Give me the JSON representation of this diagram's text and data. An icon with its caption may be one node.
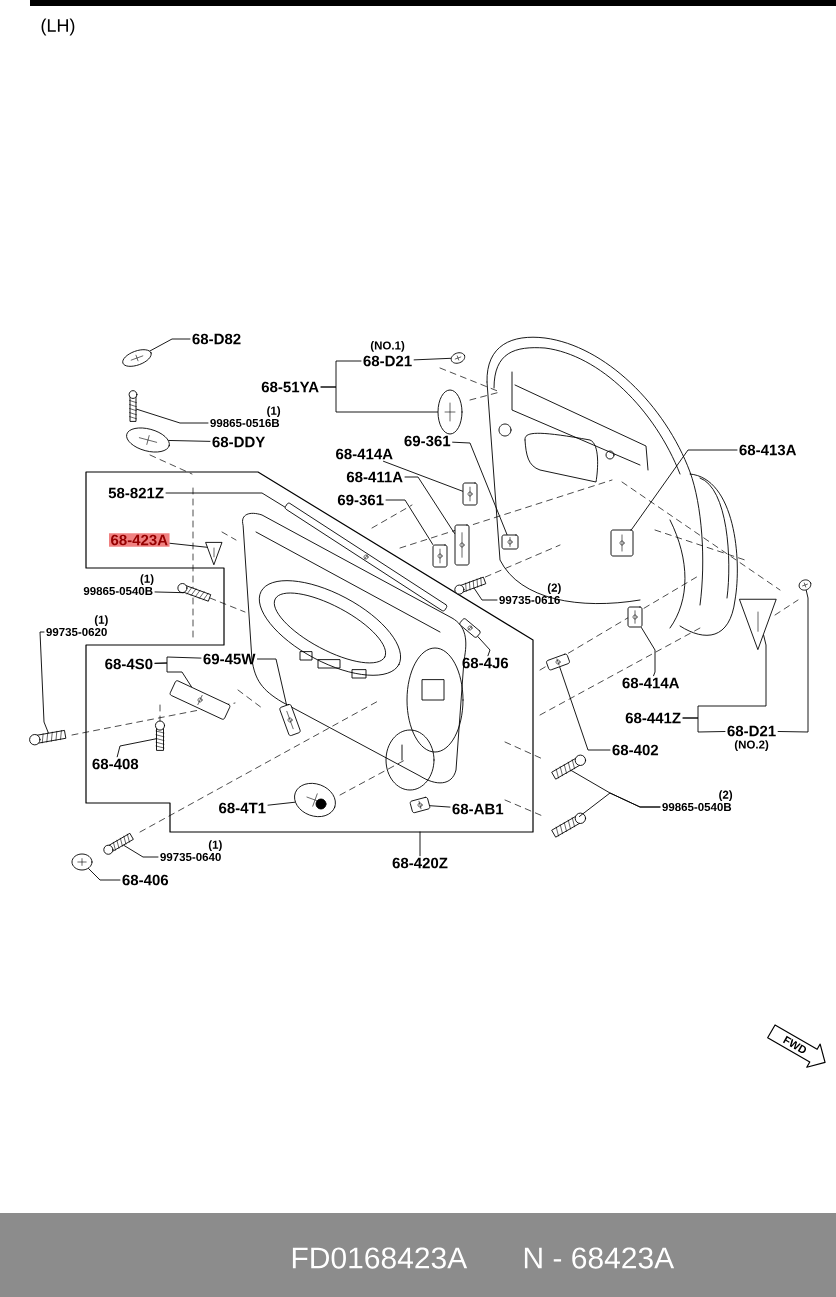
{
  "diagram": {
    "nodes": [
      {
        "text": [
          "68-D82"
        ]
      },
      {
        "text": [],
        "shape": "picture"
      },
      {
        "text": [
          "68-D21"
        ],
        "beside": [
          "(NO.1)"
        ]
      },
      {
        "text": [],
        "shape": "picture"
      },
      {
        "text": [
          "68-51YA"
        ]
      },
      {
        "text": [],
        "shape": "picture"
      },
      {
        "text": [
          "99865-0516B"
        ],
        "beside": [
          "(1)"
        ]
      },
      {
        "text": [],
        "shape": "picture"
      },
      {
        "text": [
          "68-DDY"
        ]
      },
      {
        "text": [],
        "shape": "picture"
      },
      {
        "text": [
          "58-821Z"
        ]
      },
      {
        "text": [],
        "shape": "picture"
      },
      {
        "text": [
          "68-423A"
        ]
      },
      {
        "text": [],
        "shape": "picture"
      },
      {
        "text": [
          "99865-0540B"
        ],
        "beside": [
          "(1)"
        ]
      },
      {
        "text": [],
        "shape": "picture"
      },
      {
        "text": [
          "99735-0620"
        ],
        "beside": [
          "(1)"
        ]
      },
      {
        "text": [],
        "shape": "picture"
      },
      {
        "text": [
          "68-4S0"
        ]
      },
      {
        "text": [
          "69-45W"
        ]
      },
      {
        "text": [],
        "shape": "picture"
      },
      {
        "text": [],
        "shape": "picture"
      },
      {
        "text": [
          "68-408"
        ]
      },
      {
        "text": [],
        "shape": "picture"
      },
      {
        "text": [
          "68-4T1"
        ]
      },
      {
        "text": [],
        "shape": "picture"
      },
      {
        "text": [
          "68-AB1"
        ]
      },
      {
        "text": [],
        "shape": "picture"
      },
      {
        "text": [
          "68-420Z"
        ]
      },
      {
        "text": [
          "99735-0640"
        ],
        "beside": [
          "(1)"
        ]
      },
      {
        "text": [],
        "shape": "picture"
      },
      {
        "text": [
          "68-406"
        ]
      },
      {
        "text": [],
        "shape": "picture"
      },
      {
        "text": [
          "68-414A"
        ]
      },
      {
        "text": [
          "68-411A"
        ]
      },
      {
        "text": [
          "69-361"
        ]
      },
      {
        "text": [
          "69-361"
        ]
      },
      {
        "text": [],
        "shape": "picture"
      },
      {
        "text": [],
        "shape": "picture"
      },
      {
        "text": [],
        "shape": "picture"
      },
      {
        "text": [],
        "shape": "picture"
      },
      {
        "text": [
          "99735-0616"
        ],
        "beside": [
          "(2)"
        ]
      },
      {
        "text": [],
        "shape": "picture"
      },
      {
        "text": [
          "68-4J6"
        ]
      },
      {
        "text": [],
        "shape": "picture"
      },
      {
        "text": [
          "68-413A"
        ]
      },
      {
        "text": [],
        "shape": "picture"
      },
      {
        "text": [
          "68-414A"
        ]
      },
      {
        "text": [],
        "shape": "picture"
      },
      {
        "text": [
          "68-402"
        ]
      },
      {
        "text": [],
        "shape": "picture"
      },
      {
        "text": [
          "68-441Z"
        ]
      },
      {
        "text": [
          "68-D21"
        ],
        "beside": [
          "(NO.2)"
        ]
      },
      {
        "text": [],
        "shape": "picture"
      },
      {
        "text": [],
        "shape": "picture"
      },
      {
        "text": [
          "99865-0540B"
        ],
        "beside": [
          "(2)"
        ]
      },
      {
        "text": [],
        "shape": "picture"
      },
      {
        "text": [],
        "shape": "picture"
      },
      {
        "text": [
          "FWD"
        ]
      }
    ],
    "edges": [
      {
        "from": 0,
        "to": 1,
        "arrow": "none"
      },
      {
        "from": 2,
        "to": 3,
        "arrow": "none"
      },
      {
        "from": 4,
        "to": 2,
        "arrow": "none"
      },
      {
        "from": 4,
        "to": 5,
        "arrow": "none"
      },
      {
        "from": 6,
        "to": 7,
        "arrow": "none"
      },
      {
        "from": 8,
        "to": 9,
        "arrow": "none"
      },
      {
        "from": 10,
        "to": 11,
        "arrow": "none"
      },
      {
        "from": 12,
        "to": 13,
        "arrow": "none"
      },
      {
        "from": 14,
        "to": 15,
        "arrow": "none"
      },
      {
        "from": 16,
        "to": 17,
        "arrow": "none"
      },
      {
        "from": 18,
        "to": 19,
        "arrow": "none"
      },
      {
        "from": 18,
        "to": 20,
        "arrow": "none"
      },
      {
        "from": 19,
        "to": 21,
        "arrow": "none"
      },
      {
        "from": 22,
        "to": 23,
        "arrow": "none"
      },
      {
        "from": 24,
        "to": 25,
        "arrow": "none"
      },
      {
        "from": 26,
        "to": 27,
        "arrow": "none"
      },
      {
        "from": 28,
        "to": null,
        "arrow": "none"
      },
      {
        "from": 29,
        "to": 30,
        "arrow": "none"
      },
      {
        "from": 31,
        "to": 32,
        "arrow": "none"
      },
      {
        "from": 33,
        "to": 37,
        "arrow": "none"
      },
      {
        "from": 34,
        "to": 38,
        "arrow": "none"
      },
      {
        "from": 35,
        "to": 39,
        "arrow": "none"
      },
      {
        "from": 36,
        "to": 40,
        "arrow": "none"
      },
      {
        "from": 41,
        "to": 42,
        "arrow": "none"
      },
      {
        "from": 43,
        "to": 44,
        "arrow": "none"
      },
      {
        "from": 45,
        "to": 46,
        "arrow": "none"
      },
      {
        "from": 47,
        "to": 48,
        "arrow": "none"
      },
      {
        "from": 49,
        "to": 50,
        "arrow": "none"
      },
      {
        "from": 51,
        "to": 53,
        "arrow": "none"
      },
      {
        "from": 51,
        "to": 52,
        "arrow": "none"
      },
      {
        "from": 52,
        "to": 54,
        "arrow": "none"
      },
      {
        "from": 55,
        "to": 56,
        "arrow": "none"
      },
      {
        "from": 55,
        "to": 57,
        "arrow": "none"
      }
    ],
    "labels": [
      "(LH)",
      "FD0168423A",
      "N - 68423A"
    ]
  }
}
